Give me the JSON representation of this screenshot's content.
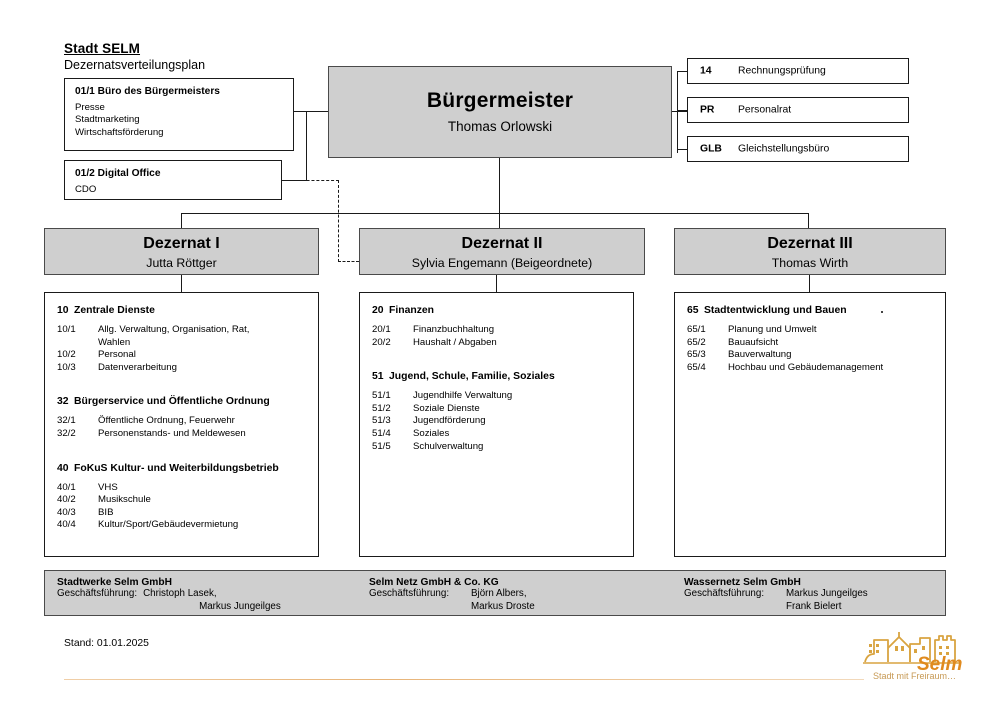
{
  "header": {
    "org_name": "Stadt SELM",
    "doc_title": "Dezernatsverteilungsplan"
  },
  "mayor": {
    "title": "Bürgermeister",
    "name": "Thomas Orlowski"
  },
  "staff_units": [
    {
      "code_title": "01/1 Büro des Bürgermeisters",
      "lines": [
        "Presse",
        "Stadtmarketing",
        "Wirtschaftsförderung"
      ]
    },
    {
      "code_title": "01/2 Digital Office",
      "lines": [
        "CDO"
      ]
    }
  ],
  "side_units": [
    {
      "code": "14",
      "label": "Rechnungsprüfung"
    },
    {
      "code": "PR",
      "label": "Personalrat"
    },
    {
      "code": "GLB",
      "label": "Gleichstellungsbüro"
    }
  ],
  "dezernate": [
    {
      "title": "Dezernat I",
      "person": "Jutta Röttger",
      "departments": [
        {
          "num": "10",
          "name": "Zentrale Dienste",
          "subs": [
            {
              "num": "10/1",
              "text": "Allg. Verwaltung, Organisation, Rat,",
              "cont": "Wahlen"
            },
            {
              "num": "10/2",
              "text": "Personal"
            },
            {
              "num": "10/3",
              "text": "Datenverarbeitung"
            }
          ]
        },
        {
          "num": "32",
          "name": "Bürgerservice und Öffentliche Ordnung",
          "subs": [
            {
              "num": "32/1",
              "text": "Öffentliche Ordnung, Feuerwehr"
            },
            {
              "num": "32/2",
              "text": "Personenstands- und Meldewesen"
            }
          ]
        },
        {
          "num": "40",
          "name": "FoKuS Kultur- und Weiterbildungsbetrieb",
          "subs": [
            {
              "num": "40/1",
              "text": "VHS"
            },
            {
              "num": "40/2",
              "text": "Musikschule"
            },
            {
              "num": "40/3",
              "text": "BIB"
            },
            {
              "num": "40/4",
              "text": "Kultur/Sport/Gebäudevermietung"
            }
          ]
        }
      ]
    },
    {
      "title": "Dezernat II",
      "person": "Sylvia Engemann (Beigeordnete)",
      "departments": [
        {
          "num": "20",
          "name": "Finanzen",
          "subs": [
            {
              "num": "20/1",
              "text": "Finanzbuchhaltung"
            },
            {
              "num": "20/2",
              "text": "Haushalt / Abgaben"
            }
          ]
        },
        {
          "num": "51",
          "name": "Jugend, Schule, Familie, Soziales",
          "subs": [
            {
              "num": "51/1",
              "text": "Jugendhilfe Verwaltung"
            },
            {
              "num": "51/2",
              "text": "Soziale Dienste"
            },
            {
              "num": "51/3",
              "text": "Jugendförderung"
            },
            {
              "num": "51/4",
              "text": "Soziales"
            },
            {
              "num": "51/5",
              "text": "Schulverwaltung"
            }
          ]
        }
      ]
    },
    {
      "title": "Dezernat III",
      "person": "Thomas Wirth",
      "departments": [
        {
          "num": "65",
          "name": "Stadtentwicklung und Bauen",
          "subs": [
            {
              "num": "65/1",
              "text": "Planung und Umwelt"
            },
            {
              "num": "65/2",
              "text": "Bauaufsicht"
            },
            {
              "num": "65/3",
              "text": "Bauverwaltung"
            },
            {
              "num": "65/4",
              "text": "Hochbau und Gebäudemanagement"
            }
          ]
        }
      ]
    }
  ],
  "companies": [
    {
      "name": "Stadtwerke Selm GmbH",
      "role_label": "Geschäftsführung:",
      "managers": [
        "Christoph Lasek,",
        "Markus Jungeilges"
      ]
    },
    {
      "name": "Selm Netz GmbH & Co. KG",
      "role_label": "Geschäftsführung:",
      "managers": [
        "Björn Albers,",
        "Markus Droste"
      ]
    },
    {
      "name": "Wassernetz Selm GmbH",
      "role_label": "Geschäftsführung:",
      "managers": [
        "Markus Jungeilges",
        "Frank Bielert"
      ]
    }
  ],
  "footer": {
    "stand": "Stand: 01.01.2025"
  },
  "logo": {
    "wordmark": "Selm",
    "claim": "Stadt mit Freiraum…"
  },
  "colors": {
    "box_fill_gray": "#cfcfcf",
    "line": "#1a1a1a",
    "logo_gold": "#d4a24a",
    "logo_orange": "#e09b3d",
    "rule": "#e8b478"
  }
}
